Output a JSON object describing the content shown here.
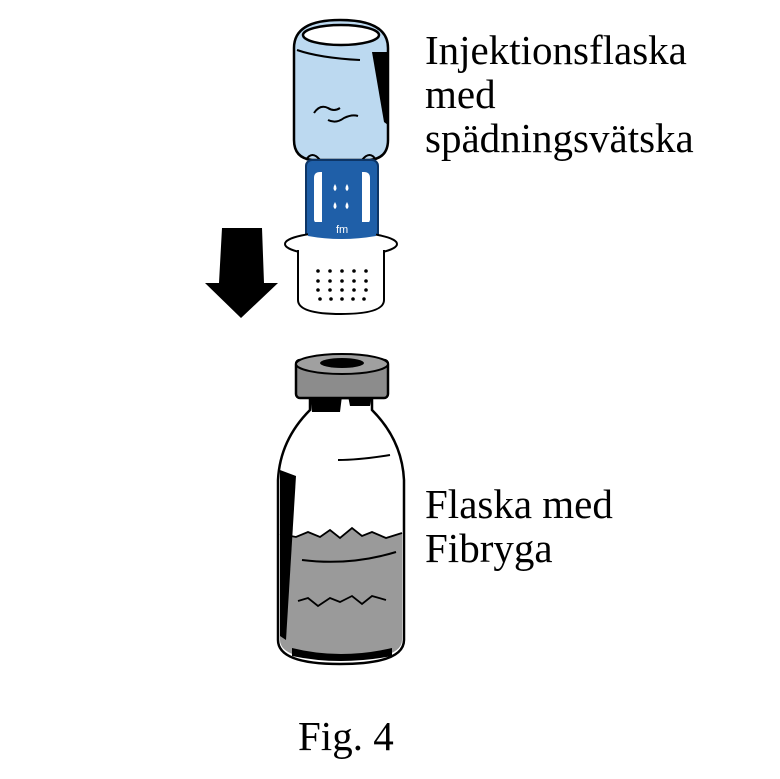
{
  "figure": {
    "caption": "Fig. 4"
  },
  "labels": {
    "top_vial": {
      "lines": [
        "Injektionsflaska",
        "med",
        "spädningsvätska"
      ]
    },
    "bottom_vial": {
      "lines": [
        "Flaska med",
        "Fibryga"
      ]
    }
  },
  "adapter": {
    "logo_text": "fm"
  },
  "icons": {
    "arrow": "down-arrow-icon",
    "droplets": "water-drops-icon"
  },
  "colors": {
    "liquid_blue": "#bcd9f0",
    "adapter_blue": "#1f5fa8",
    "powder_gray": "#9a9a9a",
    "cap_gray": "#8c8c8c",
    "ink": "#000000"
  }
}
